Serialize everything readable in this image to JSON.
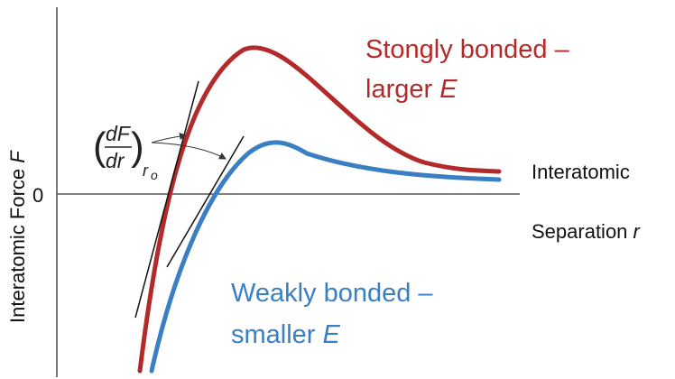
{
  "axes": {
    "y_label": "Interatomic Force",
    "y_symbol": "F",
    "x_label_line1": "Interatomic",
    "x_label_line2": "Separation",
    "x_symbol": "r",
    "zero_label": "0"
  },
  "annotation": {
    "numerator": "dF",
    "denominator": "dr",
    "subscript_r": "r",
    "subscript_o": "o"
  },
  "curves": {
    "strong": {
      "line1": "Stongly bonded –",
      "line2_prefix": "larger ",
      "line2_symbol": "E",
      "color": "#b22a2a"
    },
    "weak": {
      "line1": "Weakly bonded –",
      "line2_prefix": "smaller ",
      "line2_symbol": "E",
      "color": "#3a7fc4"
    }
  },
  "colors": {
    "axis": "#555555",
    "tangent": "#111111"
  }
}
